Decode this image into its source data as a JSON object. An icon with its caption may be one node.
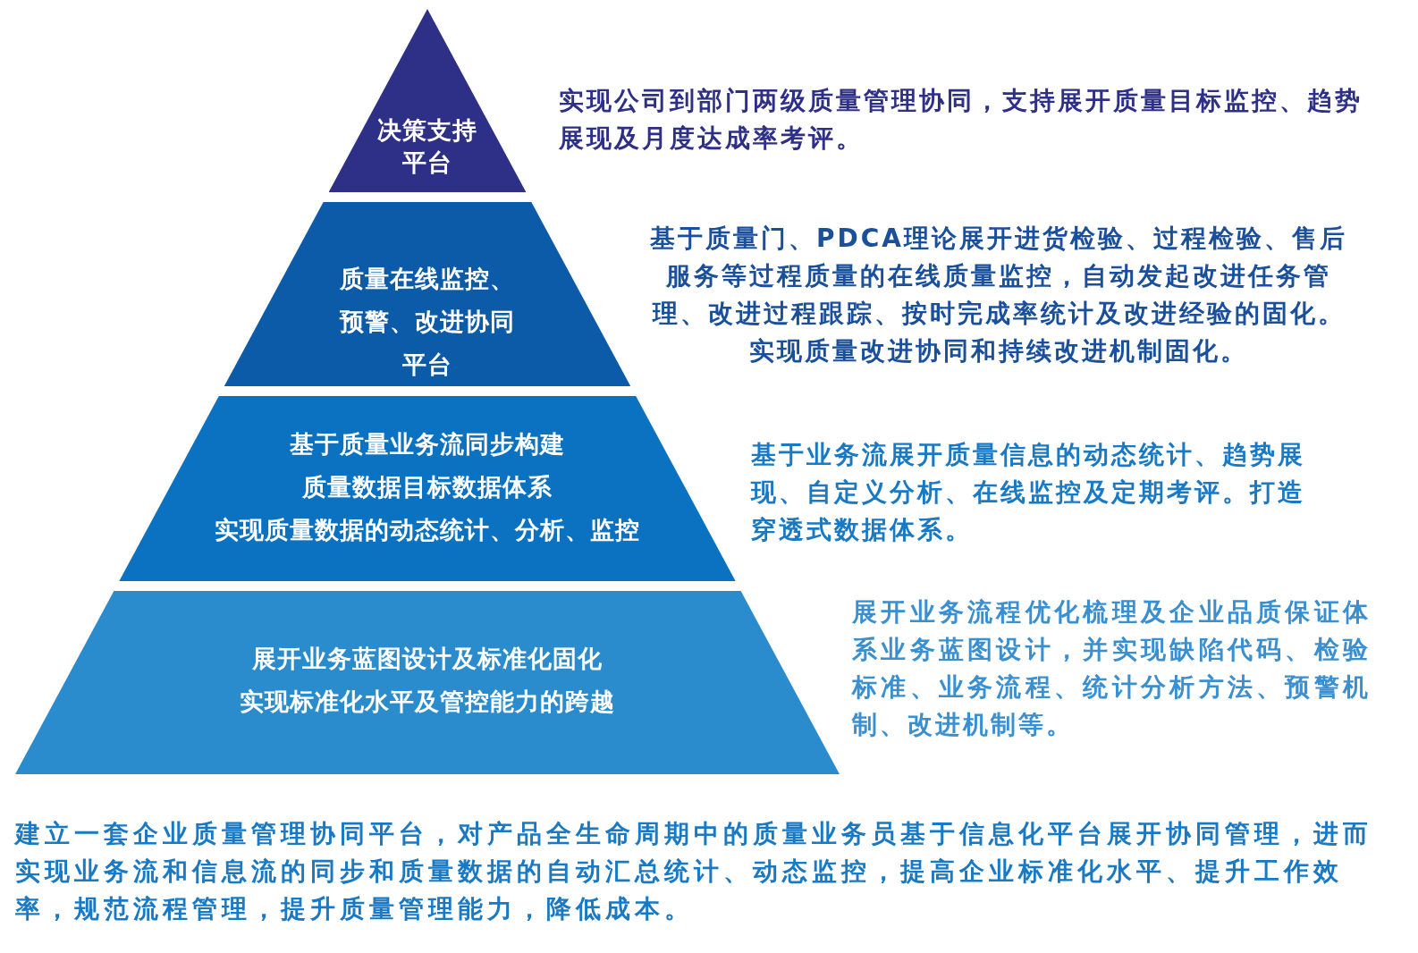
{
  "diagram": {
    "nodes": [
      {
        "text": [
          "决策支持平台"
        ],
        "beside": [
          "实现公司到部门两级质量管理协同，支持展开质量目标监控、趋势展现及月度达成率考评。"
        ]
      },
      {
        "text": [
          "质量在线监控、预警、改进协同平台"
        ],
        "beside": [
          "基于质量门、PDCA理论展开进货检验、过程检验、售后服务等过程质量的在线质量监控，自动发起改进任务管理、改进过程跟踪、按时完成率统计及改进经验的固化。实现质量改进协同和持续改进机制固化。"
        ]
      },
      {
        "text": [
          "基于质量业务流同步构建",
          "质量数据目标数据体系",
          "实现质量数据的动态统计、分析、监控"
        ],
        "beside": [
          "基于业务流展开质量信息的动态统计、趋势展现、自定义分析、在线监控及定期考评。打造穿透式数据体系。"
        ]
      },
      {
        "text": [
          "展开业务蓝图设计及标准化固化",
          "实现标准化水平及管控能力的跨越"
        ],
        "beside": [
          "展开业务流程优化梳理及企业品质保证体系业务蓝图设计，并实现缺陷代码、检验标准、业务流程、统计分析方法、预警机制、改进机制等。"
        ]
      }
    ],
    "edges": [],
    "caption": "建立一套企业质量管理协同平台，对产品全生命周期中的质量业务员基于信息化平台展开协同管理，进而实现业务流和信息流的同步和质量数据的自动汇总统计、动态监控，提高企业标准化水平、提升工作效率，规范流程管理，提升质量管理能力，降低成本。"
  }
}
